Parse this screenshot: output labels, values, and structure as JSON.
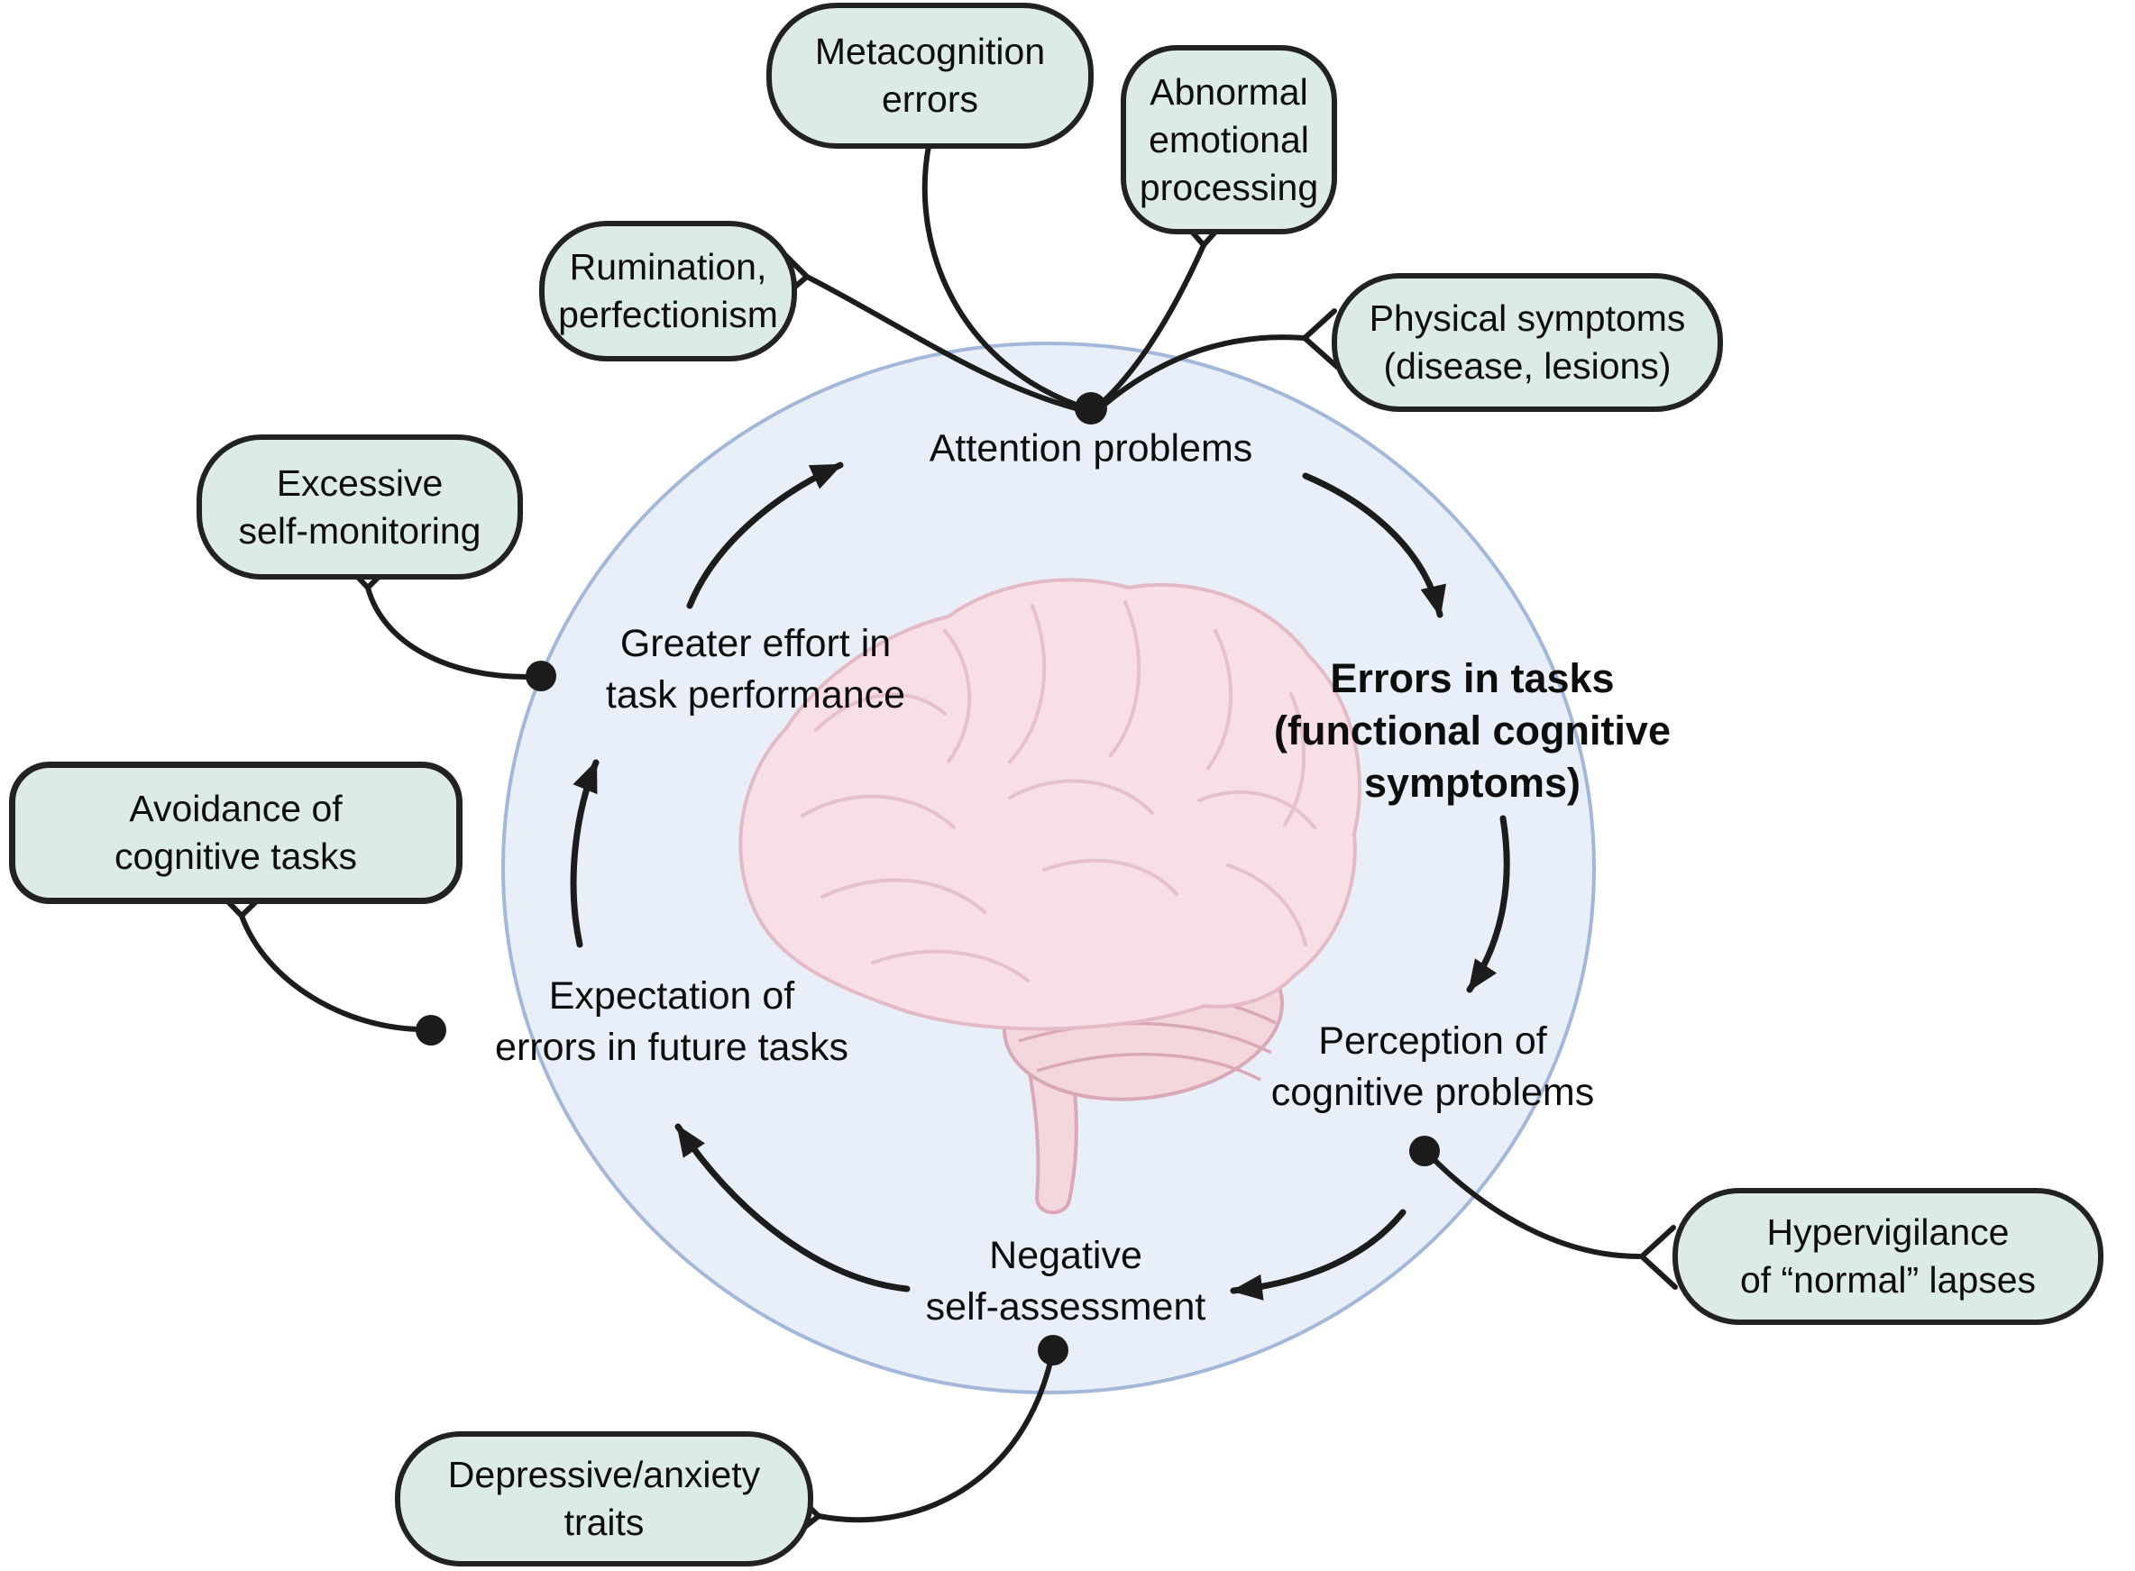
{
  "figure": {
    "cycle_nodes": [
      {
        "id": "attention",
        "label": "Attention problems",
        "emphasis": false
      },
      {
        "id": "errors",
        "label": "Errors in tasks\n(functional cognitive\nsymptoms)",
        "emphasis": true
      },
      {
        "id": "perception",
        "label": "Perception of\ncognitive problems",
        "emphasis": false
      },
      {
        "id": "negative",
        "label": "Negative\nself-assessment",
        "emphasis": false
      },
      {
        "id": "expectation",
        "label": "Expectation of\nerrors in future tasks",
        "emphasis": false
      },
      {
        "id": "effort",
        "label": "Greater effort in\ntask performance",
        "emphasis": false
      }
    ],
    "external_factors": [
      {
        "id": "metacognition",
        "label": "Metacognition\nerrors",
        "target": "Attention problems"
      },
      {
        "id": "abnormal-emotional",
        "label": "Abnormal\nemotional\nprocessing",
        "target": "Attention problems"
      },
      {
        "id": "rumination",
        "label": "Rumination,\nperfectionism",
        "target": "Attention problems"
      },
      {
        "id": "physical-symptoms",
        "label": "Physical symptoms\n(disease, lesions)",
        "target": "Attention problems"
      },
      {
        "id": "self-monitoring",
        "label": "Excessive\nself-monitoring",
        "target": "Greater effort in task performance"
      },
      {
        "id": "avoidance",
        "label": "Avoidance of\ncognitive tasks",
        "target": "Expectation of errors in future tasks"
      },
      {
        "id": "hypervigilance",
        "label": "Hypervigilance\nof “normal” lapses",
        "target": "Perception of cognitive problems"
      },
      {
        "id": "depressive",
        "label": "Depressive/anxiety\ntraits",
        "target": "Negative self-assessment"
      }
    ],
    "colors": {
      "background": "#ffffff",
      "circle_fill": "#e9eff9",
      "circle_border": "#a3b7db",
      "bubble_fill": "#dcebe5",
      "bubble_border": "#222222",
      "line": "#1c1c1c",
      "text": "#0d0d0d",
      "brain_fill": "#f7dfe5",
      "brain_outline": "#e3bac5",
      "cerebellum_fill": "#f4d6dd",
      "cerebellum_outline": "#d9a9b7"
    }
  }
}
